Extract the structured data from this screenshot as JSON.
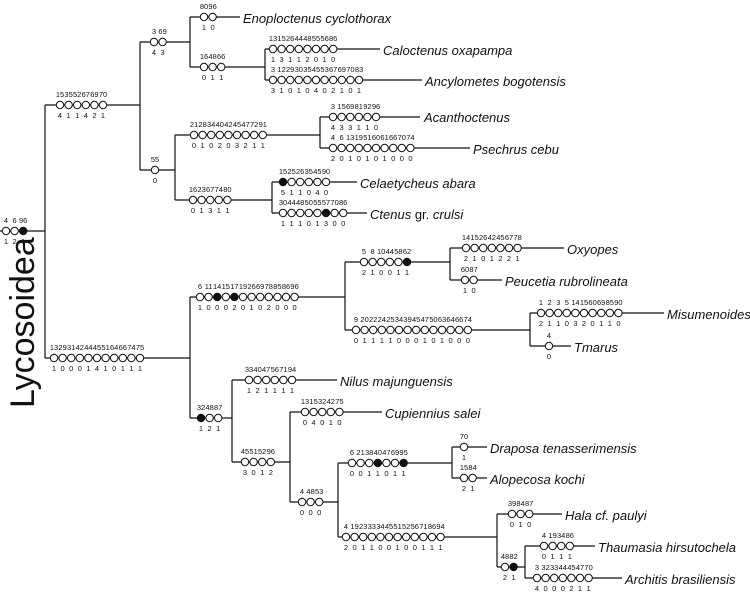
{
  "clade_label": "Lycosoidea",
  "taxa": {
    "enoploctenus": [
      "Enoploctenus cyclothorax"
    ],
    "caloctenus": [
      "Caloctenus oxapampa"
    ],
    "ancylometes": [
      "Ancylometes bogotensis"
    ],
    "acanthoctenus": [
      "Acanthoctenus"
    ],
    "psechrus": [
      "Psechrus cebu"
    ],
    "celaetycheus": [
      "Celaetycheus abara"
    ],
    "ctenus": [
      "Ctenus ",
      "gr.",
      " crulsi"
    ],
    "oxyopes": [
      "Oxyopes"
    ],
    "peucetia": [
      "Peucetia rubrolineata"
    ],
    "misumenoides": [
      "Misumenoides"
    ],
    "tmarus": [
      "Tmarus"
    ],
    "nilus": [
      "Nilus majunguensis"
    ],
    "cupiennius": [
      "Cupiennius salei"
    ],
    "draposa": [
      "Draposa tenasserimensis"
    ],
    "alopecosa": [
      "Alopecosa kochi"
    ],
    "hala": [
      "Hala cf. paulyi"
    ],
    "thaumasia": [
      "Thaumasia hirsutochela"
    ],
    "architis": [
      "Architis brasiliensis"
    ]
  },
  "characters": {
    "root": {
      "chars": [
        "4",
        "6",
        "96"
      ],
      "states": [
        "1",
        "2",
        "1"
      ],
      "filled": [
        false,
        false,
        true
      ]
    },
    "upper_clade": {
      "chars": [
        "15",
        "35",
        "52",
        "67",
        "69",
        "70"
      ],
      "states": [
        "4",
        "1",
        "1",
        "4",
        "2",
        "1"
      ],
      "filled": [
        false,
        false,
        false,
        false,
        false,
        false
      ]
    },
    "lower_clade": {
      "chars": [
        "13",
        "29",
        "31",
        "42",
        "44",
        "45",
        "51",
        "64",
        "66",
        "74",
        "75"
      ],
      "states": [
        "1",
        "0",
        "0",
        "0",
        "1",
        "4",
        "1",
        "0",
        "1",
        "1",
        "1"
      ],
      "filled": [
        false,
        false,
        false,
        false,
        false,
        false,
        false,
        false,
        false,
        false,
        false
      ]
    },
    "node_3_69": {
      "chars": [
        "3",
        "69"
      ],
      "states": [
        "4",
        "3"
      ],
      "filled": [
        false,
        false
      ]
    },
    "enoploctenus": {
      "chars": [
        "80",
        "96"
      ],
      "states": [
        "1",
        "0"
      ],
      "filled": [
        false,
        false
      ]
    },
    "node_16_48_66": {
      "chars": [
        "16",
        "48",
        "66"
      ],
      "states": [
        "0",
        "1",
        "1"
      ],
      "filled": [
        false,
        false,
        false
      ]
    },
    "caloctenus": {
      "chars": [
        "13",
        "15",
        "26",
        "44",
        "48",
        "55",
        "56",
        "86"
      ],
      "states": [
        "1",
        "3",
        "1",
        "1",
        "2",
        "0",
        "1",
        "0"
      ],
      "filled": [
        false,
        false,
        false,
        false,
        false,
        false,
        false,
        false
      ]
    },
    "ancylometes": {
      "chars": [
        "3",
        "12",
        "29",
        "30",
        "35",
        "45",
        "53",
        "67",
        "69",
        "70",
        "83"
      ],
      "states": [
        "3",
        "1",
        "0",
        "1",
        "0",
        "4",
        "0",
        "2",
        "1",
        "0",
        "1"
      ],
      "filled": [
        false,
        false,
        false,
        false,
        false,
        false,
        false,
        false,
        false,
        false,
        false
      ]
    },
    "node_55": {
      "chars": [
        "55"
      ],
      "states": [
        "0"
      ],
      "filled": [
        false
      ]
    },
    "node_acan_psech": {
      "chars": [
        "21",
        "28",
        "34",
        "40",
        "42",
        "45",
        "47",
        "72",
        "91"
      ],
      "states": [
        "0",
        "1",
        "0",
        "2",
        "0",
        "3",
        "2",
        "1",
        "1"
      ],
      "filled": [
        false,
        false,
        false,
        false,
        false,
        false,
        false,
        false,
        false
      ]
    },
    "acanthoctenus": {
      "chars": [
        "3",
        "15",
        "69",
        "81",
        "92",
        "96"
      ],
      "states": [
        "4",
        "3",
        "3",
        "1",
        "1",
        "0"
      ],
      "filled": [
        false,
        false,
        false,
        false,
        false,
        false
      ]
    },
    "psechrus": {
      "chars": [
        "4",
        "6",
        "13",
        "19",
        "51",
        "60",
        "61",
        "66",
        "70",
        "74"
      ],
      "states": [
        "2",
        "0",
        "1",
        "0",
        "1",
        "0",
        "1",
        "0",
        "0",
        "0"
      ],
      "filled": [
        false,
        false,
        false,
        false,
        false,
        false,
        false,
        false,
        false,
        false
      ]
    },
    "node_celae_ctenus": {
      "chars": [
        "16",
        "23",
        "67",
        "74",
        "80"
      ],
      "states": [
        "0",
        "1",
        "3",
        "1",
        "1"
      ],
      "filled": [
        false,
        false,
        false,
        false,
        false
      ]
    },
    "celaetycheus": {
      "chars": [
        "15",
        "25",
        "26",
        "35",
        "45",
        "90"
      ],
      "states": [
        "5",
        "1",
        "1",
        "0",
        "4",
        "0"
      ],
      "filled": [
        true,
        false,
        false,
        false,
        false,
        false
      ]
    },
    "ctenus": {
      "chars": [
        "30",
        "44",
        "48",
        "50",
        "55",
        "57",
        "70",
        "86"
      ],
      "states": [
        "1",
        "1",
        "1",
        "0",
        "1",
        "3",
        "0",
        "0"
      ],
      "filled": [
        false,
        false,
        false,
        false,
        false,
        true,
        false,
        false
      ]
    },
    "node_oxy_thom": {
      "chars": [
        "6",
        "11",
        "14",
        "15",
        "17",
        "19",
        "26",
        "69",
        "78",
        "85",
        "86",
        "96"
      ],
      "states": [
        "1",
        "0",
        "0",
        "0",
        "2",
        "0",
        "1",
        "0",
        "2",
        "0",
        "0",
        "0"
      ],
      "filled": [
        false,
        false,
        true,
        false,
        true,
        false,
        false,
        false,
        false,
        false,
        false,
        false
      ]
    },
    "node_oxyopidae": {
      "chars": [
        "5",
        "8",
        "10",
        "44",
        "58",
        "62"
      ],
      "states": [
        "2",
        "1",
        "0",
        "0",
        "1",
        "1"
      ],
      "filled": [
        false,
        false,
        false,
        false,
        false,
        true
      ]
    },
    "oxyopes": {
      "chars": [
        "14",
        "15",
        "26",
        "42",
        "45",
        "67",
        "78"
      ],
      "states": [
        "2",
        "1",
        "0",
        "1",
        "2",
        "2",
        "1"
      ],
      "filled": [
        false,
        false,
        false,
        false,
        false,
        false,
        false
      ]
    },
    "peucetia": {
      "chars": [
        "60",
        "87"
      ],
      "states": [
        "1",
        "0"
      ],
      "filled": [
        false,
        false
      ]
    },
    "node_thomisidae": {
      "chars": [
        "9",
        "20",
        "22",
        "24",
        "25",
        "34",
        "39",
        "45",
        "47",
        "50",
        "63",
        "64",
        "66",
        "74"
      ],
      "states": [
        "0",
        "1",
        "1",
        "1",
        "1",
        "0",
        "0",
        "0",
        "1",
        "0",
        "1",
        "0",
        "0",
        "0"
      ],
      "filled": [
        false,
        false,
        false,
        false,
        false,
        false,
        false,
        false,
        false,
        false,
        false,
        false,
        false,
        false
      ]
    },
    "misumenoides": {
      "chars": [
        "1",
        "2",
        "3",
        "5",
        "14",
        "15",
        "60",
        "69",
        "85",
        "90"
      ],
      "states": [
        "2",
        "1",
        "1",
        "0",
        "3",
        "2",
        "0",
        "1",
        "1",
        "0"
      ],
      "filled": [
        false,
        false,
        false,
        false,
        false,
        false,
        false,
        false,
        false,
        false
      ]
    },
    "tmarus": {
      "chars": [
        "4"
      ],
      "states": [
        "0"
      ],
      "filled": [
        false
      ]
    },
    "node_32_48_87": {
      "chars": [
        "32",
        "48",
        "87"
      ],
      "states": [
        "1",
        "2",
        "1"
      ],
      "filled": [
        true,
        false,
        false
      ]
    },
    "nilus": {
      "chars": [
        "33",
        "40",
        "47",
        "56",
        "71",
        "94"
      ],
      "states": [
        "1",
        "2",
        "1",
        "1",
        "1",
        "1"
      ],
      "filled": [
        false,
        false,
        false,
        false,
        false,
        false
      ]
    },
    "node_45_51_52_96": {
      "chars": [
        "45",
        "51",
        "52",
        "96"
      ],
      "states": [
        "3",
        "0",
        "1",
        "2"
      ],
      "filled": [
        false,
        false,
        false,
        false
      ]
    },
    "cupiennius": {
      "chars": [
        "13",
        "15",
        "32",
        "42",
        "75"
      ],
      "states": [
        "0",
        "4",
        "0",
        "1",
        "0"
      ],
      "filled": [
        false,
        false,
        false,
        false,
        false
      ]
    },
    "node_4_48_53": {
      "chars": [
        "4",
        "48",
        "53"
      ],
      "states": [
        "0",
        "0",
        "0"
      ],
      "filled": [
        false,
        false,
        false
      ]
    },
    "node_lycosidae": {
      "chars": [
        "6",
        "21",
        "38",
        "40",
        "47",
        "69",
        "95"
      ],
      "states": [
        "0",
        "0",
        "1",
        "1",
        "0",
        "1",
        "1"
      ],
      "filled": [
        false,
        false,
        false,
        true,
        false,
        false,
        true
      ]
    },
    "draposa": {
      "chars": [
        "70"
      ],
      "states": [
        "1"
      ],
      "filled": [
        false
      ]
    },
    "alopecosa": {
      "chars": [
        "15",
        "84"
      ],
      "states": [
        "2",
        "1"
      ],
      "filled": [
        false,
        false
      ]
    },
    "node_trechaleidae": {
      "chars": [
        "4",
        "19",
        "23",
        "33",
        "34",
        "45",
        "51",
        "52",
        "56",
        "71",
        "86",
        "94"
      ],
      "states": [
        "2",
        "0",
        "1",
        "1",
        "0",
        "0",
        "1",
        "0",
        "0",
        "1",
        "1",
        "1"
      ],
      "filled": [
        false,
        false,
        false,
        false,
        false,
        false,
        false,
        false,
        false,
        false,
        false,
        false
      ]
    },
    "hala": {
      "chars": [
        "39",
        "84",
        "87"
      ],
      "states": [
        "0",
        "1",
        "0"
      ],
      "filled": [
        false,
        false,
        false
      ]
    },
    "node_48_82": {
      "chars": [
        "48",
        "82"
      ],
      "states": [
        "2",
        "1"
      ],
      "filled": [
        false,
        true
      ]
    },
    "thaumasia": {
      "chars": [
        "4",
        "19",
        "34",
        "86"
      ],
      "states": [
        "0",
        "1",
        "1",
        "1"
      ],
      "filled": [
        false,
        false,
        false,
        false
      ]
    },
    "architis": {
      "chars": [
        "3",
        "32",
        "33",
        "44",
        "45",
        "47",
        "70"
      ],
      "states": [
        "4",
        "0",
        "0",
        "0",
        "2",
        "1",
        "1"
      ],
      "filled": [
        false,
        false,
        false,
        false,
        false,
        false,
        false
      ]
    }
  }
}
